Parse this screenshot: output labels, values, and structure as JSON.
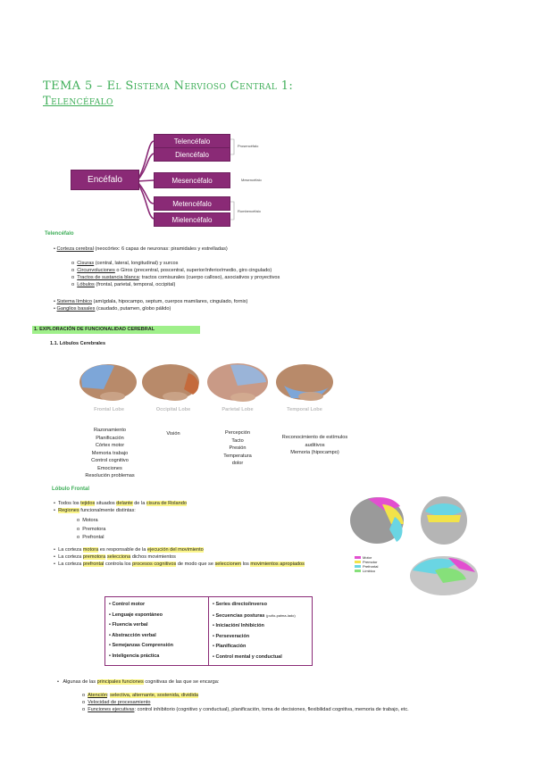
{
  "title": {
    "line1": "TEMA 5 – El Sistema Nervioso Central 1:",
    "line2": "Telencéfalo"
  },
  "diagram": {
    "root": "Encéfalo",
    "nodes": [
      "Telencéfalo",
      "Diencéfalo",
      "Mesencéfalo",
      "Metencéfalo",
      "Mielencéfalo"
    ],
    "groups": [
      "Prosencéfalo",
      "Mesencéfalo",
      "Rombencéfalo"
    ]
  },
  "telencefalo": {
    "heading": "Telencéfalo",
    "corteza_term": "Corteza cerebral",
    "corteza_rest": " (neocórtex: 6 capas de neuronas: piramidales y estrelladas)",
    "sub": [
      {
        "term": "Cisuras",
        "rest": " (central, lateral, longitudinal) y surcos"
      },
      {
        "term": "Circunvoluciones",
        "rest": " o Giros (precentral, poscentral, superior/inferior/medio, giro cingulado)"
      },
      {
        "term": "Tractos de sustancia blanca",
        "rest": ": tractos comisurales (cuerpo calloso), asociativos y proyectivos"
      },
      {
        "term": "Lóbulos",
        "rest": " (frontal, parietal, temporal, occipital)"
      }
    ],
    "limbico_term": "Sistema límbico",
    "limbico_rest": " (amígdala, hipocampo, septum, cuerpos mamilares, cingulado, fornix)",
    "ganglios_term": "Ganglios basales",
    "ganglios_rest": " (caudado, putamen, globo pálido)"
  },
  "section1": {
    "heading": "1.   EXPLORACIÓN DE FUNCIONALIDAD CEREBRAL",
    "sub": "1.1. Lóbulos Cerebrales"
  },
  "lobes": [
    {
      "name": "Frontal Lobe",
      "functions": [
        "Razonamiento",
        "Planificación",
        "Córtex motor",
        "Memoria trabajo",
        "Control cognitivo",
        "Emociones",
        "Resolución problemas"
      ]
    },
    {
      "name": "Occipital Lobe",
      "functions": [
        "Visión"
      ]
    },
    {
      "name": "Parietal Lobe",
      "functions": [
        "Percepción",
        "Tacto",
        "Presión",
        "Temperatura",
        "dolor"
      ]
    },
    {
      "name": "Temporal Lobe",
      "functions": [
        "Reconocimiento de estímulos auditivos",
        "Memoria (hipocampo)"
      ]
    }
  ],
  "frontal": {
    "heading": "Lóbulo Frontal",
    "b1": [
      "Todos los ",
      "tejidos",
      " situados ",
      "delante",
      " de la ",
      "cisura de Rolando"
    ],
    "b2": [
      "Regiones",
      " funcionalmente distintas:"
    ],
    "regions": [
      "Motora",
      "Premotora",
      "Prefrontal"
    ],
    "b3": [
      "La corteza ",
      "motora",
      " es responsable de la ",
      "ejecución del movimiento"
    ],
    "b4": [
      "La corteza ",
      "premotora",
      " ",
      "selecciona",
      " dichos movimientos"
    ],
    "b5": [
      "La corteza ",
      "prefrontal",
      " controla los ",
      "procesos cognitivos",
      " de modo que se ",
      "seleccionen",
      " los ",
      "movimientos apropiados"
    ],
    "legend": [
      "Motor",
      "Premotor",
      "Prefrontal",
      "Límbico"
    ],
    "legend_colors": [
      "#e24fd0",
      "#f2e34a",
      "#6ad5e3",
      "#86e07a"
    ]
  },
  "table": {
    "left": [
      "Control motor",
      "Lenguaje espontáneo",
      "Fluencia verbal",
      "Abstracción verbal",
      "Semejanzas Comprensión",
      "Inteligencia práctica"
    ],
    "right": [
      "Series directo/inverso",
      "Secuencias posturas",
      "Iniciación/ Inhibición",
      "Perseveración",
      "Planificación",
      "Control mental y conductual"
    ],
    "posturas_note": "(puño-palma-lado)"
  },
  "funciones": {
    "intro": [
      "Algunas de las ",
      "principales funciones",
      " cognitivas de las que se encarga:"
    ],
    "atencion": [
      "Atención",
      ": ",
      "selectiva, alternante, sostenida, dividida"
    ],
    "velocidad": "Velocidad de procesamiento",
    "ejecutivas_term": "Funciones ejecutivas",
    "ejecutivas_rest": ": control inhibitorio (cognitivo y conductual), planificación, toma de decisiones, flexibilidad cognitiva, memoria de trabajo, etc."
  }
}
